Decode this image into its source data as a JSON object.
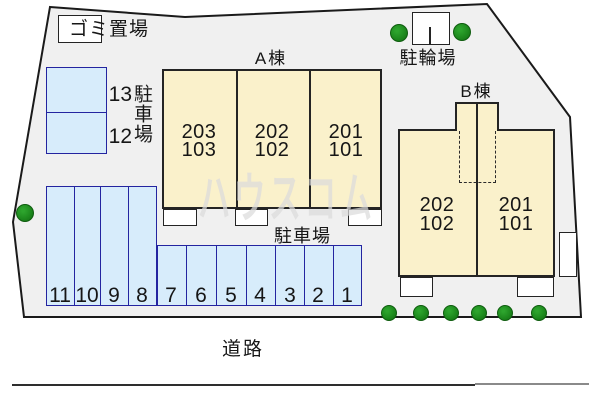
{
  "site": {
    "garbage_label": "ゴミ置場",
    "bicycle_parking_label": "駐輪場",
    "road_label": "道路",
    "watermark": "ハウスコム"
  },
  "building_a": {
    "name": "A棟",
    "units": [
      {
        "upper": "203",
        "lower": "103"
      },
      {
        "upper": "202",
        "lower": "102"
      },
      {
        "upper": "201",
        "lower": "101"
      }
    ]
  },
  "building_b": {
    "name": "B棟",
    "units": [
      {
        "upper": "202",
        "lower": "102"
      },
      {
        "upper": "201",
        "lower": "101"
      }
    ]
  },
  "parking": {
    "side_area_label": "駐車場",
    "main_area_label": "駐車場",
    "side_spaces": [
      "13",
      "12"
    ],
    "main_spaces": [
      "11",
      "10",
      "9",
      "8",
      "7",
      "6",
      "5",
      "4",
      "3",
      "2",
      "1"
    ]
  },
  "colors": {
    "site_fill": "#F0F0F0",
    "building_fill": "#FAF1CB",
    "parking_fill": "#D7ECFB",
    "parking_border": "#2424A0",
    "outline": "#242424",
    "tree_green": "#1E8A1E"
  }
}
